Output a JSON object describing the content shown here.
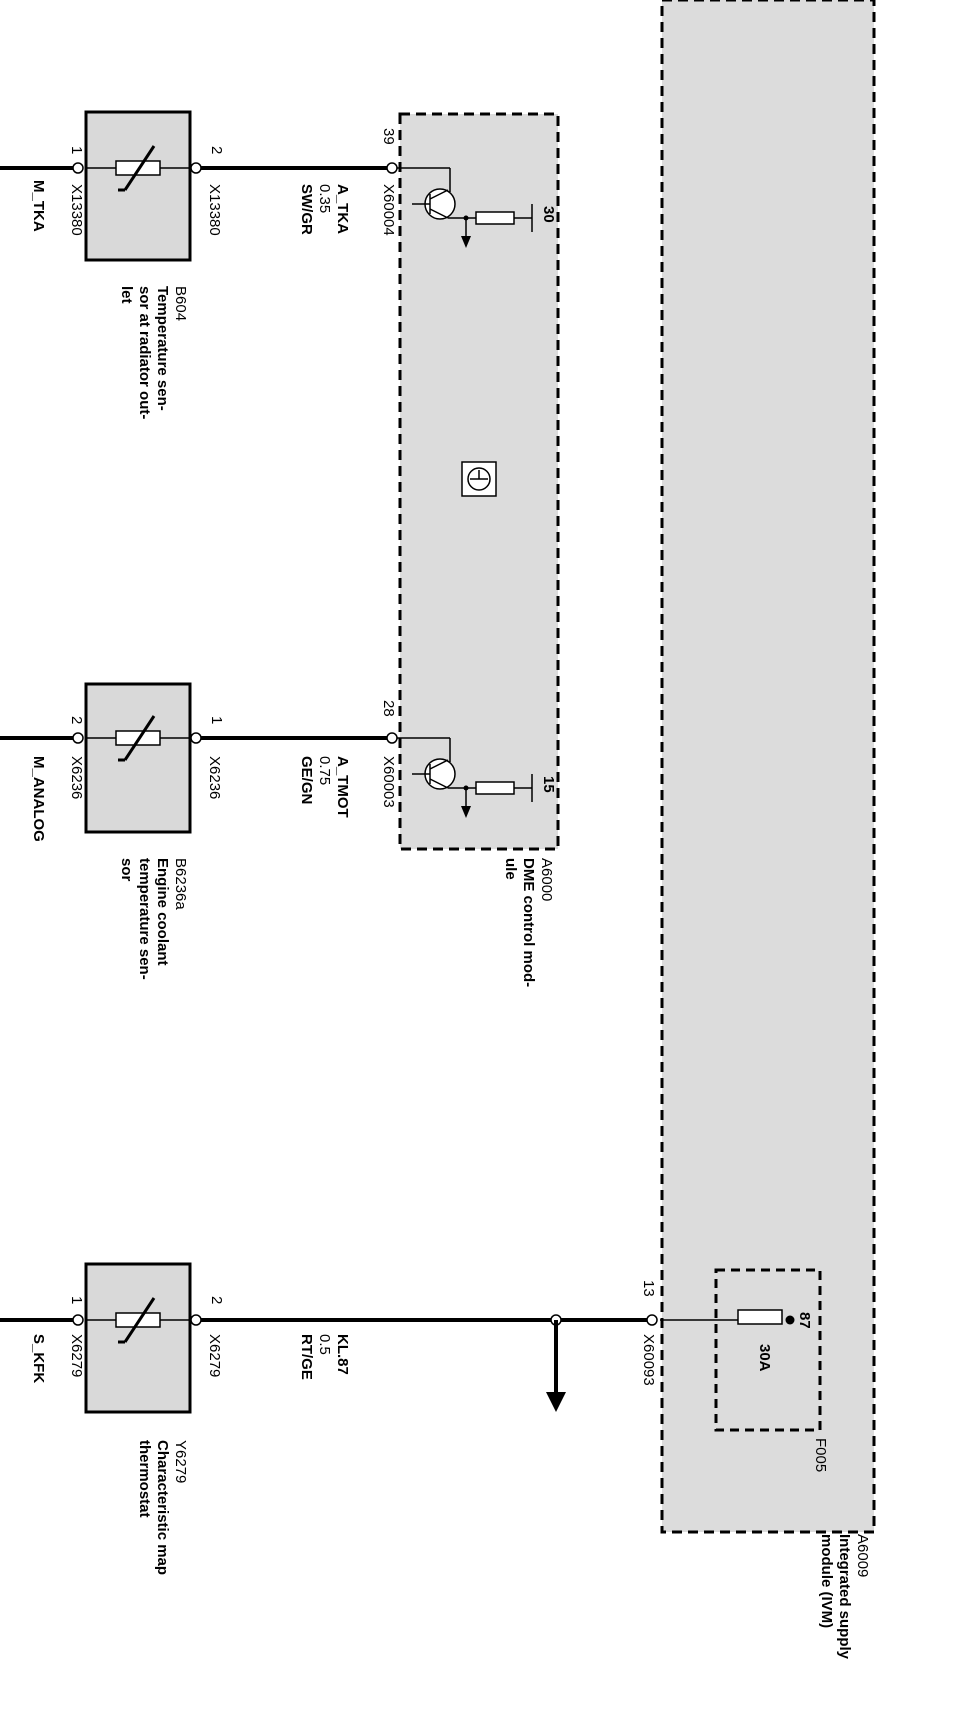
{
  "modules": {
    "ivm": {
      "id": "A6009",
      "line1": "Integrated supply",
      "line2": "module (IVM)"
    },
    "dme": {
      "id": "A6000",
      "line1": "DME control mod-",
      "line2": "ule"
    },
    "fuse": {
      "id": "F005",
      "rating": "30A",
      "pin": "87"
    }
  },
  "sensors": [
    {
      "id": "B604",
      "lines": [
        "Temperature sen-",
        "sor at radiator out-",
        "let"
      ],
      "pin_top": "2",
      "pin_bottom": "1",
      "conn_top": "X13380",
      "conn_bottom": "X13380",
      "ground_net": "M_TKA"
    },
    {
      "id": "B6236a",
      "lines": [
        "Engine coolant",
        "temperature sen-",
        "sor"
      ],
      "pin_top": "1",
      "pin_bottom": "2",
      "conn_top": "X6236",
      "conn_bottom": "X6236",
      "ground_net": "M_ANALOG"
    },
    {
      "id": "Y6279",
      "lines": [
        "Characteristic map",
        "thermostat"
      ],
      "pin_top": "2",
      "pin_bottom": "1",
      "conn_top": "X6279",
      "conn_bottom": "X6279",
      "ground_net": "S_KFK"
    }
  ],
  "wires": [
    {
      "pin": "39",
      "connector": "X60004",
      "signal": "A_TKA",
      "gauge": "0.35",
      "color": "SW/GR",
      "internal_pin": "30"
    },
    {
      "pin": "28",
      "connector": "X60003",
      "signal": "A_TMOT",
      "gauge": "0.75",
      "color": "GE/GN",
      "internal_pin": "15"
    },
    {
      "pin": "13",
      "connector": "X60093",
      "signal": "KL.87",
      "gauge": "0.5",
      "color": "RT/GE"
    }
  ]
}
